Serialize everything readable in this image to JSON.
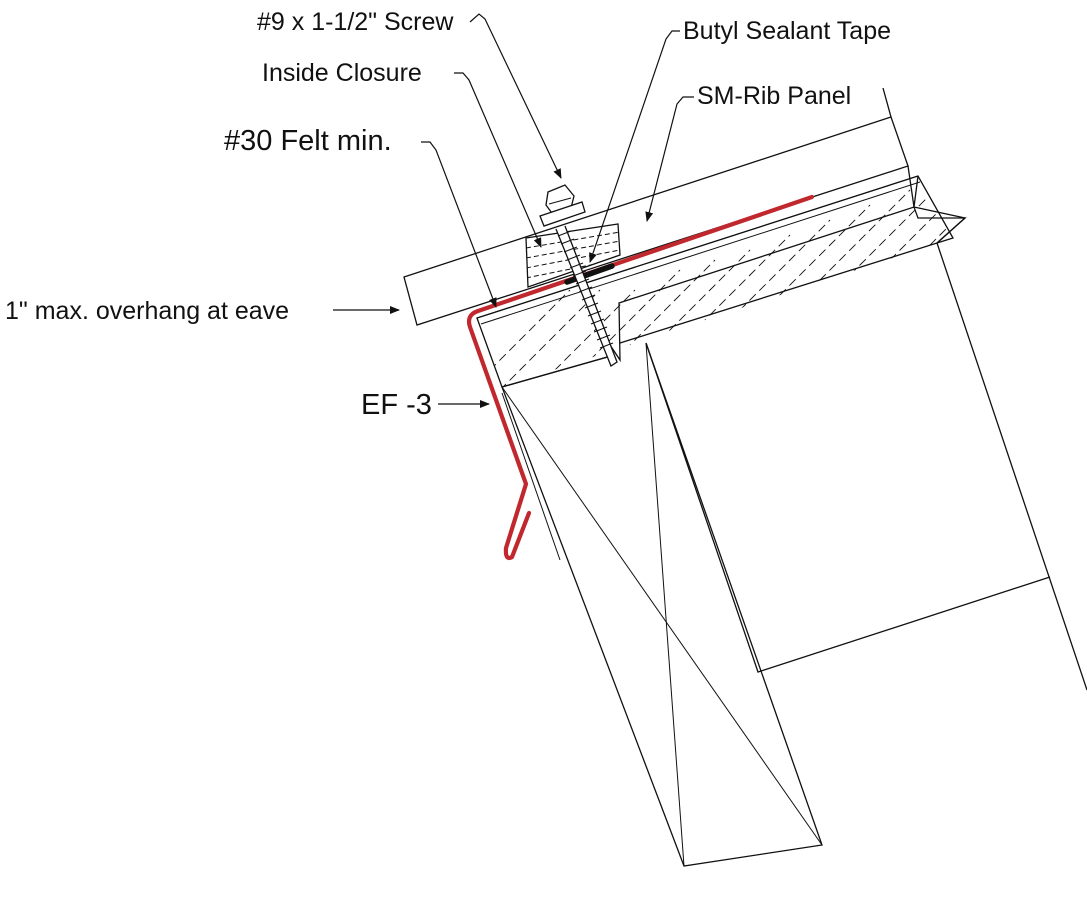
{
  "labels": {
    "screw": "#9 x 1-1/2\" Screw",
    "butyl": "Butyl Sealant Tape",
    "inside_closure": "Inside Closure",
    "panel": "SM-Rib Panel",
    "felt": "#30 Felt min.",
    "overhang": "1\" max. overhang at eave",
    "eave_flashing": "EF -3"
  },
  "colors": {
    "line": "#111111",
    "flashing": "#c0282e",
    "background": "#ffffff"
  }
}
